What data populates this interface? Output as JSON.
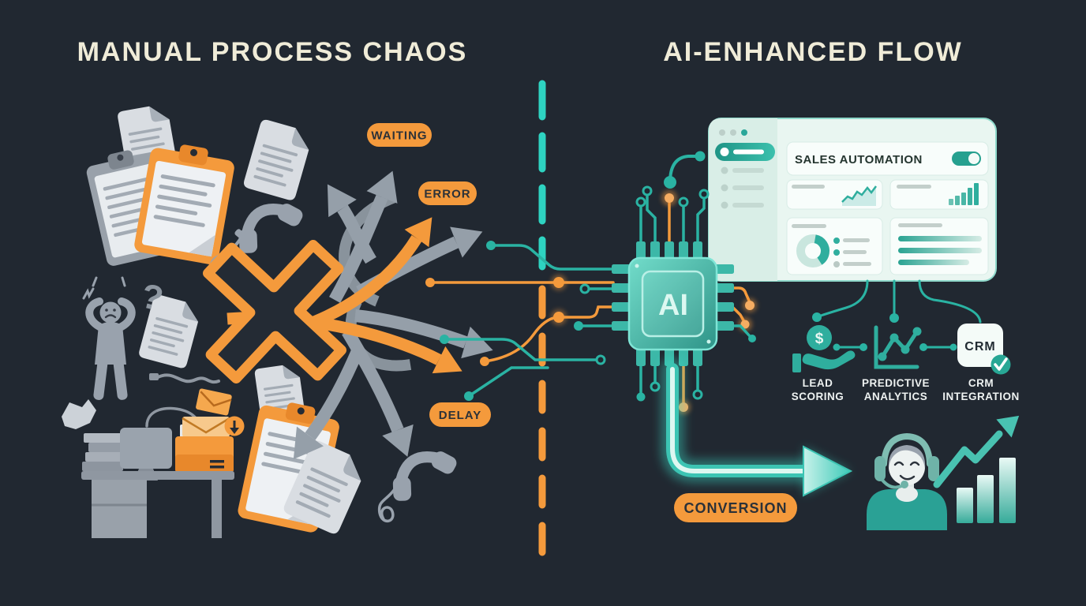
{
  "left": {
    "title": "MANUAL PROCESS CHAOS",
    "badge_waiting": "WAITING",
    "badge_error": "ERROR",
    "badge_delay": "DELAY",
    "question_mark": "?"
  },
  "right": {
    "title": "AI-ENHANCED FLOW",
    "dashboard": {
      "header": "SALES AUTOMATION",
      "toggle": "on"
    },
    "chip_label": "AI",
    "features": {
      "lead": {
        "line1": "LEAD",
        "line2": "SCORING",
        "coin_symbol": "$"
      },
      "predictive": {
        "line1": "PREDICTIVE",
        "line2": "ANALYTICS"
      },
      "crm": {
        "line1": "CRM",
        "line2": "INTEGRATION",
        "box_label": "CRM"
      }
    },
    "badge_conversion": "CONVERSION"
  },
  "colors": {
    "background": "#212831",
    "orange": "#f49a3c",
    "teal": "#2fbfae",
    "cream": "#f0ecd8",
    "gray_icon": "#99a2ad",
    "dashboard_bg": "#e9f6f1"
  }
}
